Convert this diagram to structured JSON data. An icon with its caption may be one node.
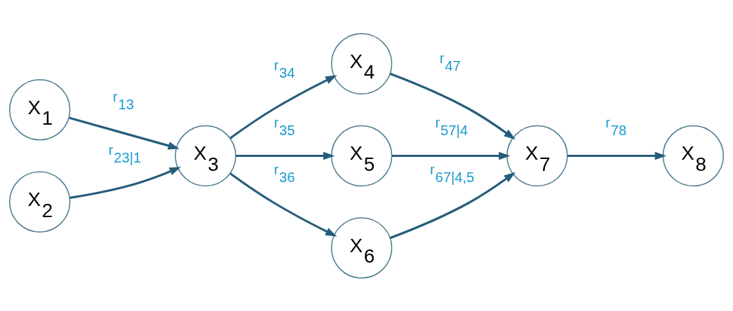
{
  "diagram": {
    "nodes": [
      {
        "text": [
          "X$_{1}$"
        ]
      },
      {
        "text": [
          "X$_{2}$"
        ]
      },
      {
        "text": [
          "X$_{3}$"
        ]
      },
      {
        "text": [
          "X$_{4}$"
        ]
      },
      {
        "text": [
          "X$_{5}$"
        ]
      },
      {
        "text": [
          "X$_{6}$"
        ]
      },
      {
        "text": [
          "X$_{7}$"
        ]
      },
      {
        "text": [
          "X$_{8}$"
        ]
      }
    ],
    "edges": [
      {
        "from": 0,
        "to": 2,
        "arrow": "to",
        "label": "r$_{13}$"
      },
      {
        "from": 1,
        "to": 2,
        "arrow": "to",
        "label": "r$_{23|1}$"
      },
      {
        "from": 2,
        "to": 3,
        "arrow": "to",
        "label": "r$_{34}$"
      },
      {
        "from": 2,
        "to": 4,
        "arrow": "to",
        "label": "r$_{35}$"
      },
      {
        "from": 2,
        "to": 5,
        "arrow": "to",
        "label": "r$_{36}$"
      },
      {
        "from": 3,
        "to": 6,
        "arrow": "to",
        "label": "r$_{47}$"
      },
      {
        "from": 4,
        "to": 6,
        "arrow": "to",
        "label": "r$_{57|4}$"
      },
      {
        "from": 5,
        "to": 6,
        "arrow": "to",
        "label": "r$_{67|4,5}$"
      },
      {
        "from": 6,
        "to": 7,
        "arrow": "to",
        "label": "r$_{78}$"
      }
    ]
  }
}
